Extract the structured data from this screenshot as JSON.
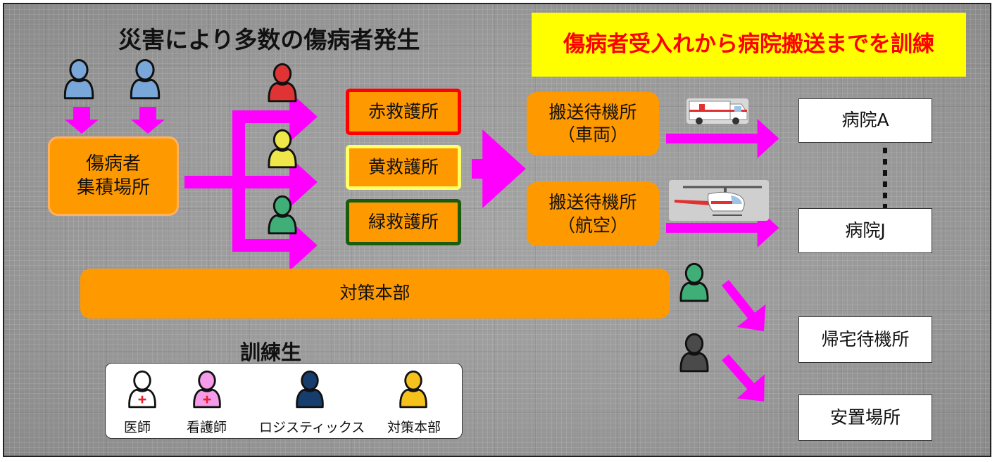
{
  "title": "災害により多数の傷病者発生",
  "banner": "傷病者受入れから病院搬送までを訓練",
  "nodes": {
    "collection": "傷病者\n集積場所",
    "red_station": "赤救護所",
    "yellow_station": "黄救護所",
    "green_station": "緑救護所",
    "transport_vehicle": "搬送待機所\n（車両）",
    "transport_air": "搬送待機所\n（航空）",
    "hospital_a": "病院A",
    "hospital_j": "病院J",
    "hq": "対策本部",
    "return_home": "帰宅待機所",
    "morgue": "安置場所"
  },
  "legend": {
    "title": "訓練生",
    "items": [
      {
        "label": "医師",
        "color": "#ffffff",
        "cross": true
      },
      {
        "label": "看護師",
        "color": "#f49be9",
        "cross": true
      },
      {
        "label": "ロジスティックス",
        "color": "#163d6e",
        "cross": false
      },
      {
        "label": "対策本部",
        "color": "#f6c11a",
        "cross": false
      }
    ]
  },
  "colors": {
    "arrow": "#ff00ff",
    "box": "#ff9900",
    "banner_bg": "#ffff00",
    "banner_text": "#ff0000",
    "red_border": "#ff0000",
    "yellow_border": "#ffff66",
    "green_border": "#1a5c0c",
    "patient_blue": "#7aa7d9",
    "patient_red": "#e03434",
    "patient_yellow": "#efe64a",
    "patient_green": "#3fae77",
    "patient_black": "#4a4a4a"
  }
}
